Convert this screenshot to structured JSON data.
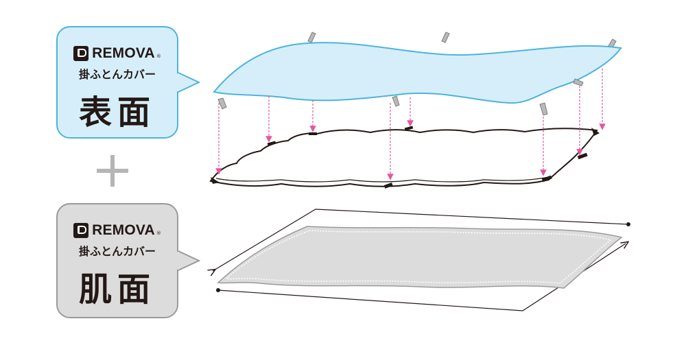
{
  "surface_label": {
    "brand": "REMOVA",
    "brand_mark": "®",
    "product": "掛ふとんカバー",
    "side": "表面"
  },
  "connector": "+",
  "skin_label": {
    "brand": "REMOVA",
    "brand_mark": "®",
    "product": "掛ふとんカバー",
    "side": "肌面"
  },
  "colors": {
    "surface_fill": "#d6eef9",
    "surface_border": "#4cb4dd",
    "skin_fill": "#dcdcdc",
    "skin_border": "#9a9a9a",
    "arrow_pink": "#e5569c",
    "text": "#231815"
  },
  "icons": {
    "logo": "remova-logo-icon",
    "plus": "plus-icon"
  }
}
